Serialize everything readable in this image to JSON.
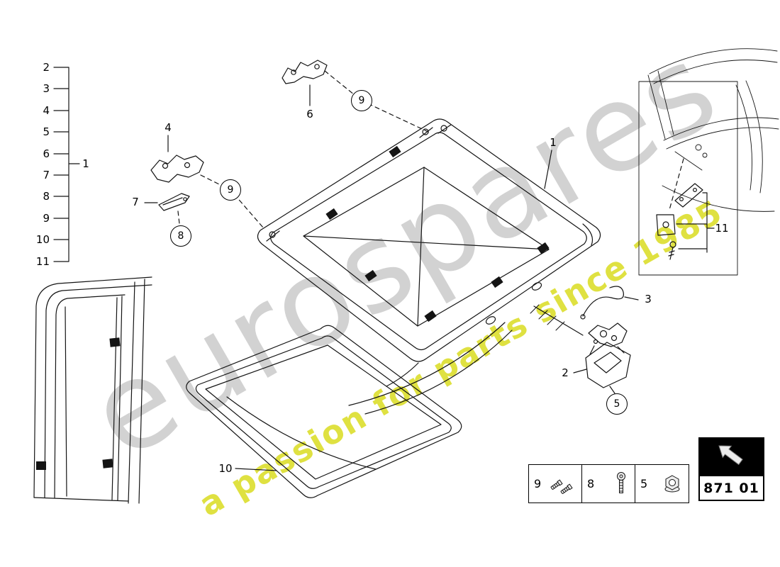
{
  "watermark": {
    "brand": "eurospares",
    "tagline": "a passion for parts since 1985"
  },
  "index_panel": {
    "bracket_label": "1",
    "items": [
      "2",
      "3",
      "4",
      "5",
      "6",
      "7",
      "8",
      "9",
      "10",
      "11"
    ]
  },
  "part_labels": {
    "p1": "1",
    "p2": "2",
    "p3": "3",
    "p4": "4",
    "p6": "6",
    "p7": "7",
    "p10": "10",
    "p11": "11"
  },
  "callouts": {
    "c9a": "9",
    "c9b": "9",
    "c8": "8",
    "c5": "5"
  },
  "legend": {
    "cells": [
      {
        "label": "9",
        "icon": "valve-screw-pair-icon"
      },
      {
        "label": "8",
        "icon": "socket-bolt-icon"
      },
      {
        "label": "5",
        "icon": "flange-nut-icon"
      }
    ],
    "part_code": "871 01"
  },
  "colors": {
    "line": "#141414",
    "watermark_gray": "#d2d2d2",
    "watermark_yellow": "#dfe141"
  }
}
